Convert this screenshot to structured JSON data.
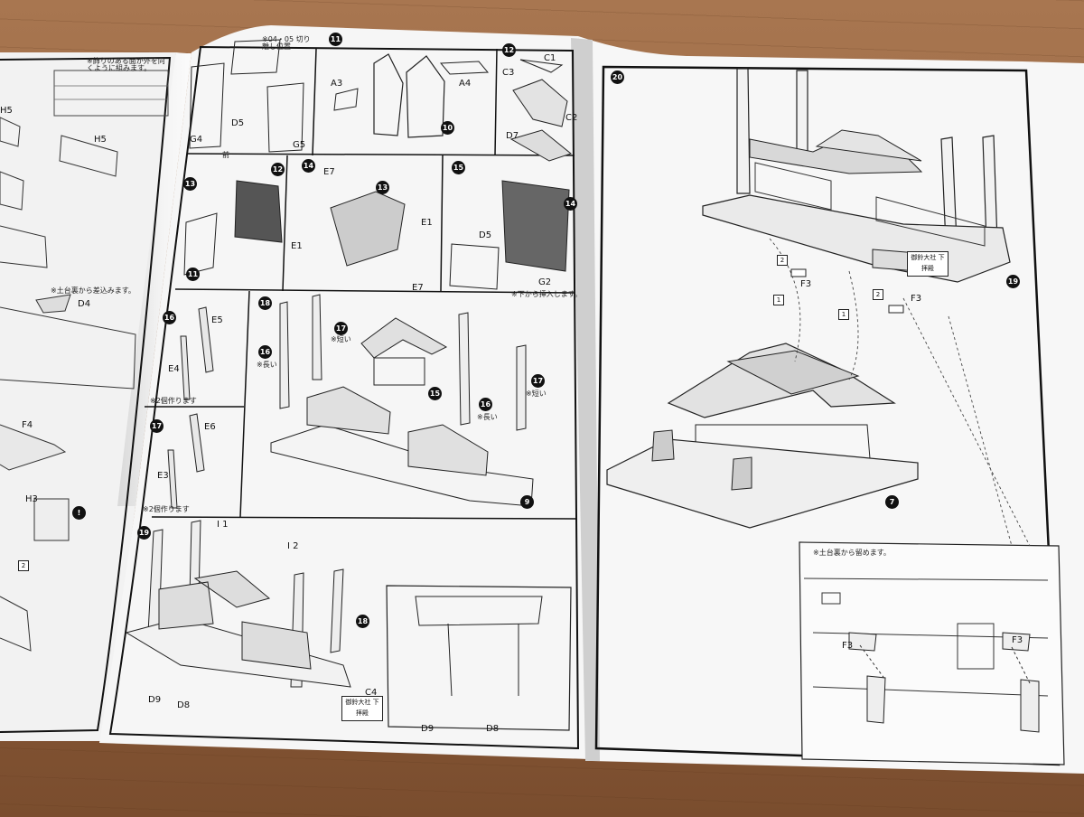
{
  "scene": "Open instruction booklet for a Japanese shrine model kit lying on a wooden table",
  "steps": {
    "s11": "11",
    "s12": "12",
    "s13": "13",
    "s14": "14",
    "s15": "15",
    "s16": "16",
    "s17": "17",
    "s18": "18",
    "s19": "19",
    "s20": "20",
    "ref10": "10",
    "ref12": "12",
    "ref13": "13",
    "ref14": "14",
    "ref15": "15",
    "ref16a": "16",
    "ref16b": "16",
    "ref17a": "17",
    "ref17b": "17",
    "ref18": "18",
    "ref19": "19",
    "ref7": "7",
    "ref9": "9",
    "ref11": "11",
    "ref_excl": "!"
  },
  "parts": {
    "h5a": "H5",
    "h5b": "H5",
    "d4": "D4",
    "f4": "F4",
    "h3": "H3",
    "g4": "G4",
    "d5a": "D5",
    "g5": "G5",
    "a3": "A3",
    "a4": "A4",
    "c1": "C1",
    "c2": "C2",
    "c3": "C3",
    "d7": "D7",
    "e7a": "E7",
    "e7b": "E7",
    "e1a": "E1",
    "e1b": "E1",
    "d5b": "D5",
    "g2": "G2",
    "e5": "E5",
    "e4": "E4",
    "e6": "E6",
    "e3": "E3",
    "i1": "I 1",
    "i2": "I 2",
    "c4": "C4",
    "d9a": "D9",
    "d8a": "D8",
    "d9b": "D9",
    "d8b": "D8",
    "f3a": "F3",
    "f3b": "F3",
    "f3c": "F3",
    "f3d": "F3"
  },
  "notes": {
    "left_top": "※飾りのある面が外を向くように組みます。",
    "left_mid": "※土台裏から差込みます。",
    "cut_pos": "※04・05 切り離し位置",
    "short_a": "※短い",
    "long_a": "※長い",
    "long_b": "※長い",
    "short_b": "※短い",
    "insert_below": "※下から挿入します。",
    "make2_a": "※2個作ります",
    "make2_b": "※2個作ります",
    "base_fix": "※土台裏から留めます。",
    "front_label": "前"
  },
  "plaques": {
    "left_plaque": "御鈴大社 下拝殿",
    "right_plaque": "御鈴大社 下拝殿"
  },
  "order_boxes": {
    "b1a": "1",
    "b1b": "1",
    "b2a": "2",
    "b2b": "2",
    "b2c": "2"
  }
}
